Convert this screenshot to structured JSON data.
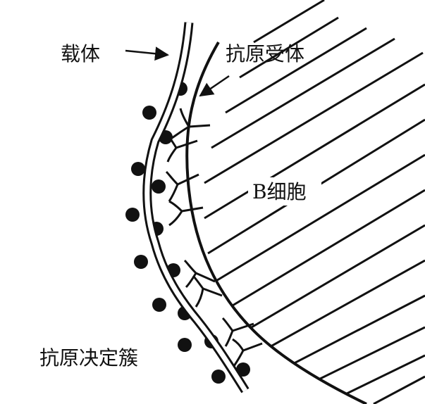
{
  "labels": {
    "carrier": "载体",
    "antigen_receptor": "抗原受体",
    "b_cell": "B细胞",
    "antigenic_determinant_cluster": "抗原决定簇"
  },
  "colors": {
    "ink": "#111111",
    "background": "#ffffff"
  }
}
